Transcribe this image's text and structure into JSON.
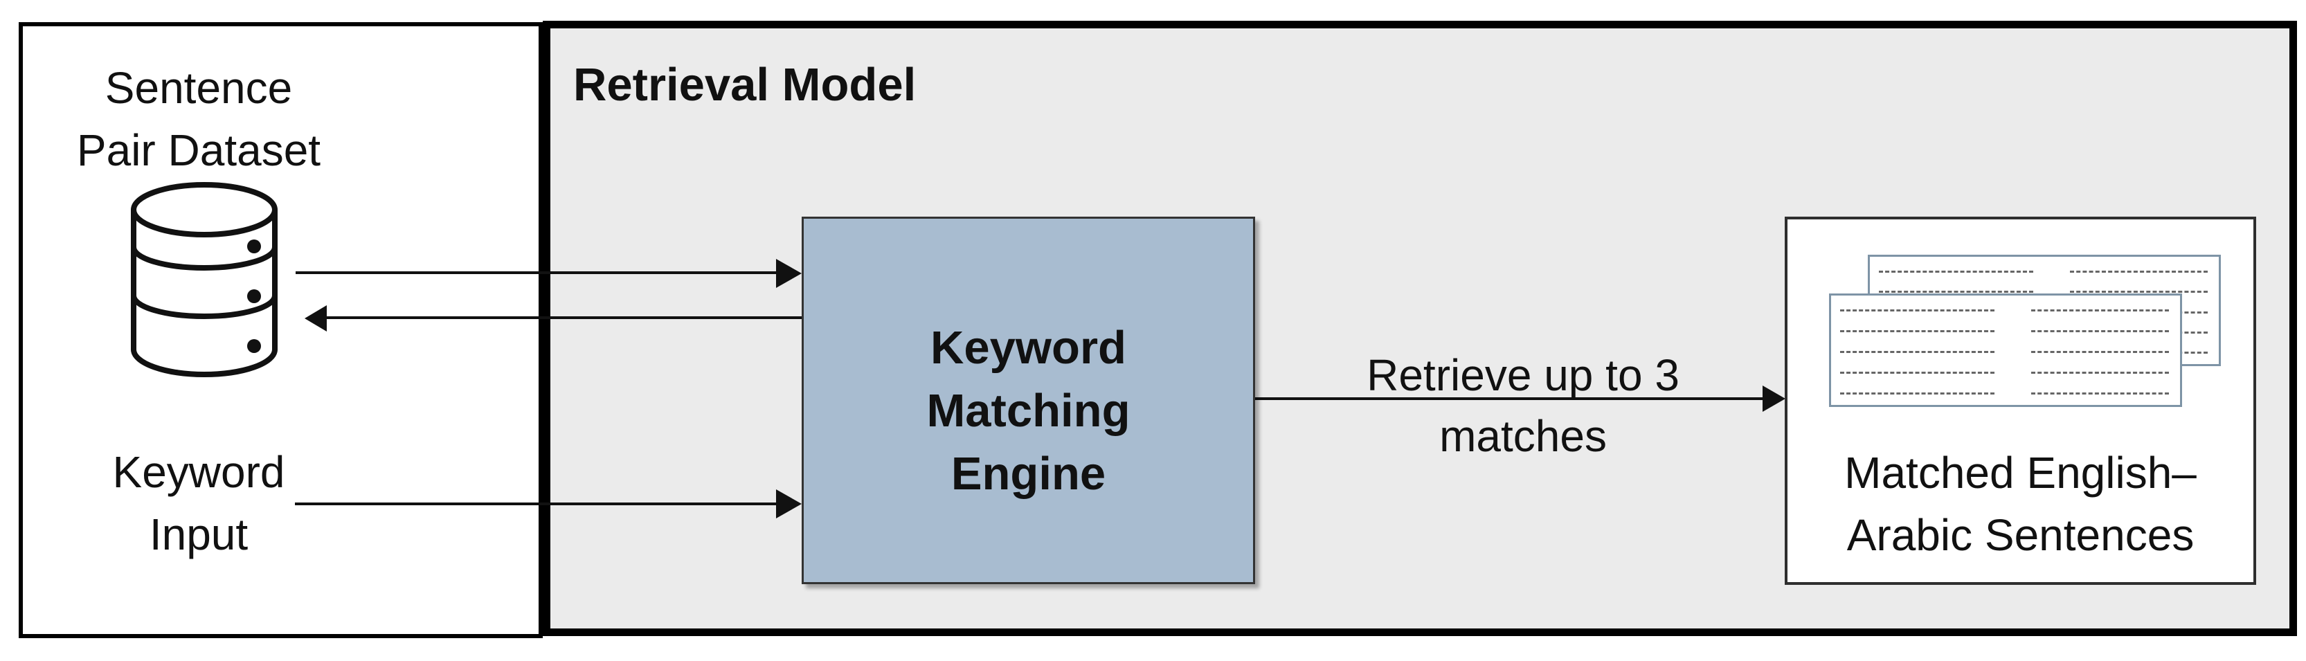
{
  "left_panel": {
    "dataset_label_line1": "Sentence",
    "dataset_label_line2": "Pair Dataset",
    "keyword_label_line1": "Keyword",
    "keyword_label_line2": "Input"
  },
  "retrieval_panel": {
    "title": "Retrieval Model",
    "engine_line1": "Keyword",
    "engine_line2": "Matching",
    "engine_line3": "Engine",
    "arrow_label_line1": "Retrieve up to 3",
    "arrow_label_line2": "matches",
    "output_label_line1": "Matched English–",
    "output_label_line2": "Arabic Sentences"
  },
  "icons": {
    "database": "database-icon",
    "documents": "matched-sentence-cards-icon"
  },
  "colors": {
    "panel-bg": "#ebebeb",
    "engine-fill": "#a8bcd0",
    "engine-border": "#333333",
    "card-border": "#7e94a6",
    "dash-color": "#666666",
    "line-color": "#111111"
  }
}
